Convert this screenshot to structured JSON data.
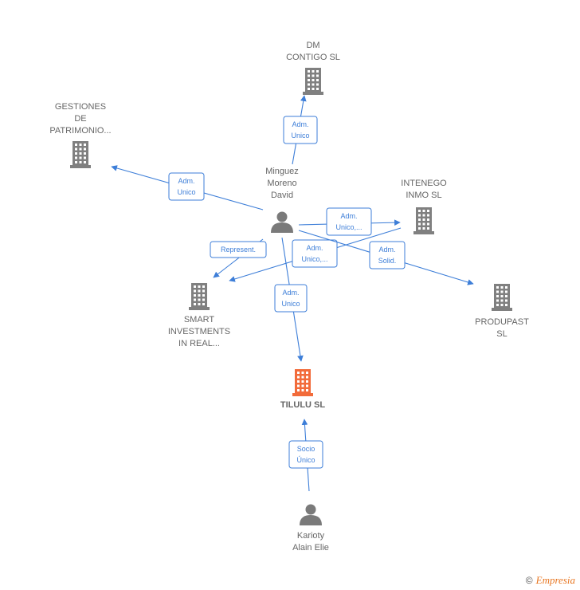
{
  "colors": {
    "edge": "#3d7ed8",
    "company": "#808080",
    "focus_company": "#f26b3a",
    "person": "#7a7a7a"
  },
  "nodes": [
    {
      "id": "dm",
      "type": "company",
      "name": "dm-contigo-sl-node",
      "label": [
        "DM",
        "CONTIGO SL"
      ]
    },
    {
      "id": "gest",
      "type": "company",
      "name": "gestiones-de-patrimonio-node",
      "label": [
        "GESTIONES",
        "DE",
        "PATRIMONIO..."
      ]
    },
    {
      "id": "minguez",
      "type": "person",
      "name": "minguez-moreno-david-node",
      "label": [
        "Minguez",
        "Moreno",
        "David"
      ]
    },
    {
      "id": "intenego",
      "type": "company",
      "name": "intenego-inmo-sl-node",
      "label": [
        "INTENEGO",
        "INMO SL"
      ]
    },
    {
      "id": "smart",
      "type": "company",
      "name": "smart-investments-node",
      "label": [
        "SMART",
        "INVESTMENTS",
        "IN REAL..."
      ]
    },
    {
      "id": "produpast",
      "type": "company",
      "name": "produpast-sl-node",
      "label": [
        "PRODUPAST",
        "SL"
      ]
    },
    {
      "id": "tilulu",
      "type": "company",
      "focus": true,
      "name": "tilulu-sl-node",
      "label": [
        "TILULU SL"
      ]
    },
    {
      "id": "karioty",
      "type": "person",
      "name": "karioty-alain-elie-node",
      "label": [
        "Karioty",
        "Alain Elie"
      ]
    }
  ],
  "edges": [
    {
      "from": "minguez",
      "to": "dm",
      "label": [
        "Adm.",
        "Unico"
      ]
    },
    {
      "from": "minguez",
      "to": "gest",
      "label": [
        "Adm.",
        "Unico"
      ]
    },
    {
      "from": "minguez",
      "to": "intenego",
      "label": [
        "Adm.",
        "Unico,..."
      ]
    },
    {
      "from": "intenego",
      "to": "smart",
      "label": [
        "Adm.",
        "Unico,..."
      ]
    },
    {
      "from": "minguez",
      "to": "smart",
      "label": [
        "Represent."
      ]
    },
    {
      "from": "minguez",
      "to": "produpast",
      "label": [
        "Adm.",
        "Solid."
      ]
    },
    {
      "from": "minguez",
      "to": "tilulu",
      "label": [
        "Adm.",
        "Unico"
      ]
    },
    {
      "from": "karioty",
      "to": "tilulu",
      "label": [
        "Socio",
        "Único"
      ]
    }
  ],
  "footer": {
    "copyright": "©",
    "brand": "Empresia"
  }
}
